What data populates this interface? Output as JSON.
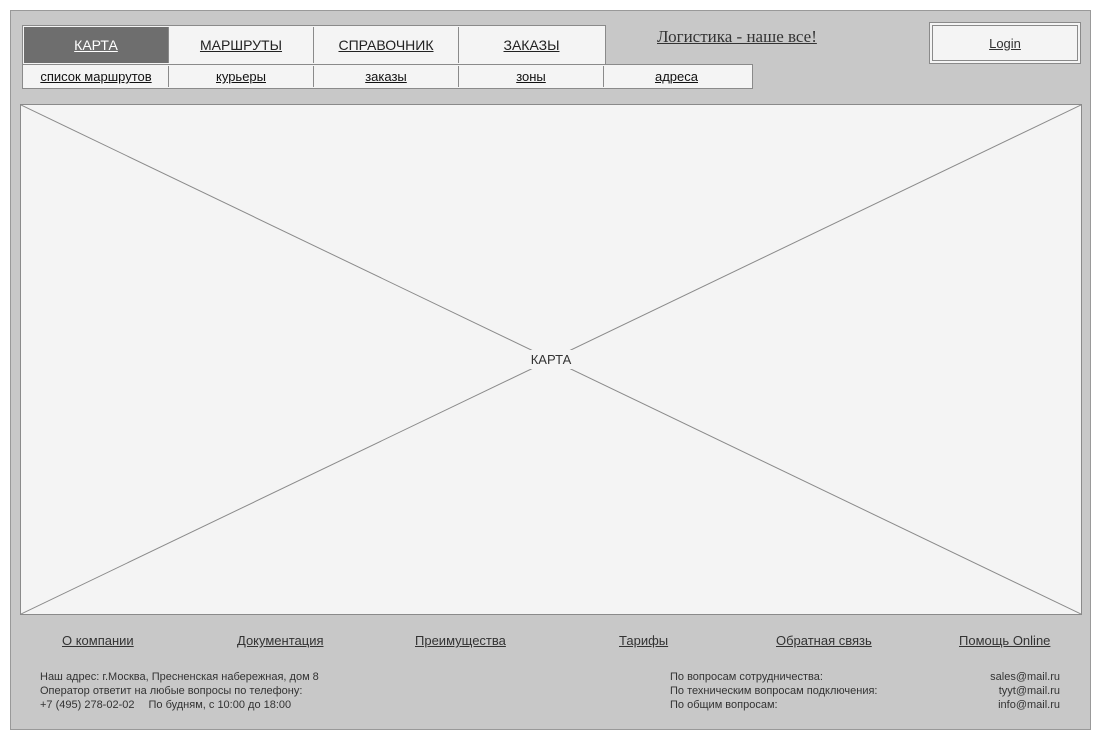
{
  "main_nav": {
    "tabs": [
      {
        "label": "КАРТА",
        "active": true
      },
      {
        "label": "МАРШРУТЫ",
        "active": false
      },
      {
        "label": "СПРАВОЧНИК",
        "active": false
      },
      {
        "label": "ЗАКАЗЫ",
        "active": false
      }
    ]
  },
  "sub_nav": {
    "items": [
      "список маршрутов",
      "курьеры",
      "заказы",
      "зоны",
      "адреса"
    ]
  },
  "header": {
    "slogan": "Логистика - наше все!",
    "login_label": "Login"
  },
  "map": {
    "placeholder_label": "КАРТА"
  },
  "footer": {
    "links": [
      "О компании",
      "Документация",
      "Преимущества",
      "Тарифы",
      "Обратная связь",
      "Помощь Online"
    ],
    "address_line": "Наш адрес: г.Москва, Пресненская набережная, дом 8",
    "operator_line": "Оператор ответит на любые вопросы по телефону:",
    "phone": "+7 (495) 278-02-02",
    "hours": "По будням, с 10:00 до 18:00",
    "contacts": [
      {
        "label": "По вопросам сотрудничества:",
        "email": "sales@mail.ru"
      },
      {
        "label": "По техническим вопросам подключения:",
        "email": "tyyt@mail.ru"
      },
      {
        "label": "По общим вопросам:",
        "email": "info@mail.ru"
      }
    ]
  },
  "colors": {
    "frame_bg": "#c8c8c8",
    "panel_bg": "#f4f4f4",
    "active_tab_bg": "#6e6e6e",
    "border": "#8a8a8a"
  }
}
